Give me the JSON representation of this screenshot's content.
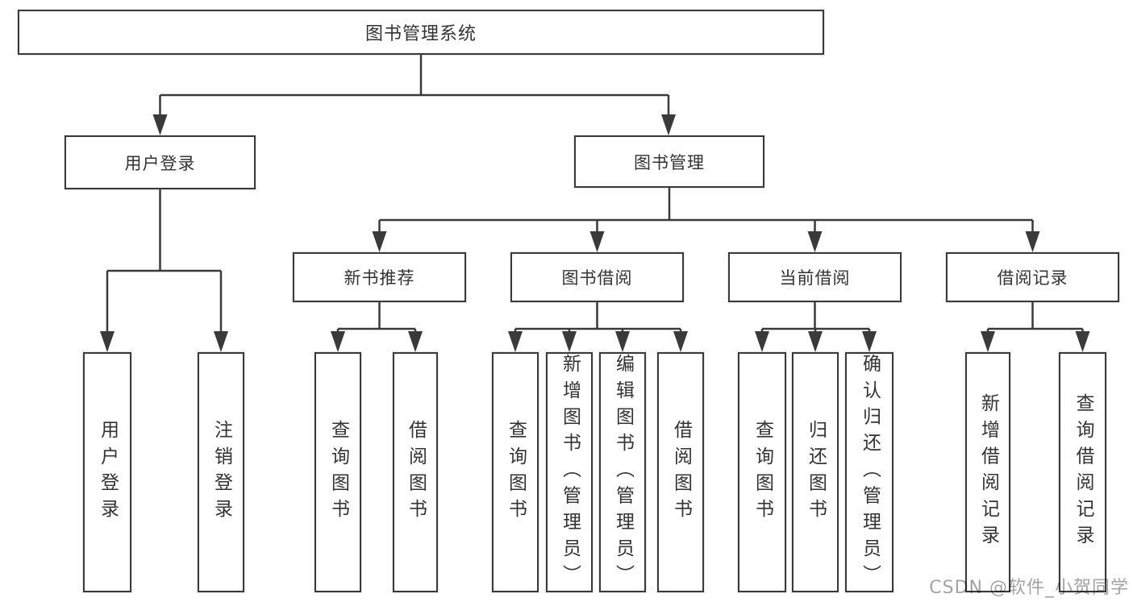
{
  "diagram": {
    "title_node": "图书管理系统",
    "nodes": {
      "root": "图书管理系统",
      "user_login": "用户登录",
      "book_management": "图书管理",
      "login_leaf": "用户登录",
      "logout_leaf": "注销登录",
      "new_book_recommend": "新书推荐",
      "book_borrow": "图书借阅",
      "current_borrow": "当前借阅",
      "borrow_record": "借阅记录",
      "nb_query_book": "查询图书",
      "nb_borrow_book": "借阅图书",
      "bb_query_book": "查询图书",
      "bb_add_book": "新增图书（管理员）",
      "bb_edit_book": "编辑图书（管理员）",
      "bb_borrow_book": "借阅图书",
      "cb_query_book": "查询图书",
      "cb_return_book": "归还图书",
      "cb_confirm_return": "确认归还（管理员）",
      "br_add_record": "新增借阅记录",
      "br_query_record": "查询借阅记录"
    }
  },
  "watermark": "CSDN @软件_小贺同学",
  "colors": {
    "line": "#3a3a3a",
    "text": "#333333",
    "background": "#ffffff",
    "watermark": "#a3a3a3"
  }
}
